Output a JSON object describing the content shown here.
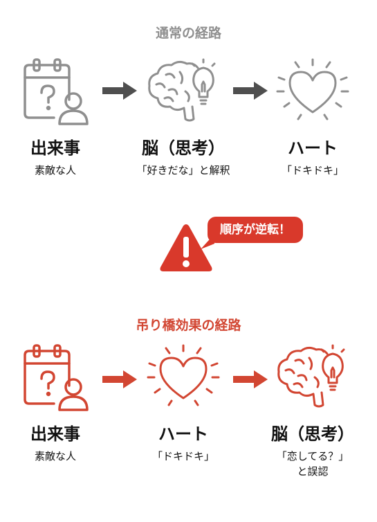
{
  "colors": {
    "gray_line": "#8f8f8f",
    "gray_arrow": "#4f4f4f",
    "red_line": "#d24632",
    "red_alert": "#d9392b",
    "text": "#111111"
  },
  "normal": {
    "title": "通常の経路",
    "steps": [
      {
        "icon": "calendar-person-icon",
        "title": "出来事",
        "sub": "素敵な人"
      },
      {
        "icon": "brain-lightbulb-icon",
        "title": "脳（思考）",
        "sub": "「好きだな」と解釈"
      },
      {
        "icon": "glowing-heart-icon",
        "title": "ハート",
        "sub": "「ドキドキ」"
      }
    ]
  },
  "alert": {
    "icon": "warning-triangle-icon",
    "text": "順序が逆転！"
  },
  "bridge": {
    "title": "吊り橋効果の経路",
    "steps": [
      {
        "icon": "calendar-person-icon",
        "title": "出来事",
        "sub": "素敵な人"
      },
      {
        "icon": "glowing-heart-icon",
        "title": "ハート",
        "sub": "「ドキドキ」"
      },
      {
        "icon": "brain-lightbulb-icon",
        "title": "脳（思考）",
        "sub": "「恋してる？」",
        "sub2": "と誤認"
      }
    ]
  }
}
